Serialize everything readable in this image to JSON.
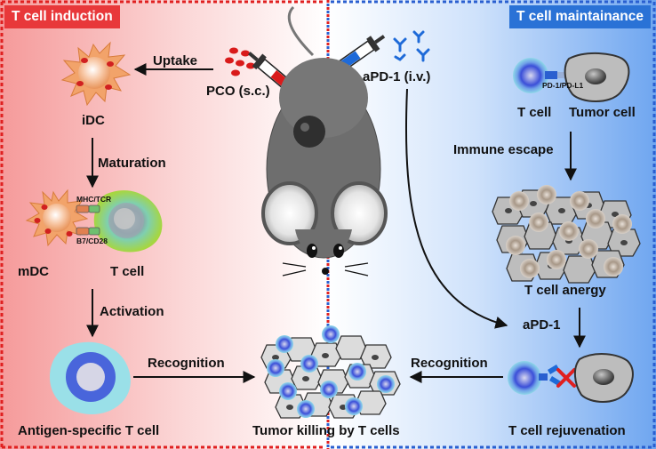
{
  "panels": {
    "left_header": "T cell induction",
    "right_header": "T cell maintainance"
  },
  "labels": {
    "uptake": "Uptake",
    "pco": "PCO (s.c.)",
    "apd1_iv": "aPD-1 (i.v.)",
    "idc": "iDC",
    "maturation": "Maturation",
    "mhc_tcr": "MHC/TCR",
    "b7_cd28": "B7/CD28",
    "mdc": "mDC",
    "t_cell_left": "T cell",
    "activation": "Activation",
    "antigen_specific": "Antigen-specific T cell",
    "recognition_left": "Recognition",
    "tumor_killing": "Tumor killing by T cells",
    "recognition_right": "Recognition",
    "pd1_pdl1": "PD-1/PD-L1",
    "t_cell_right": "T cell",
    "tumor_cell": "Tumor cell",
    "immune_escape": "Immune escape",
    "t_cell_anergy": "T cell anergy",
    "apd1": "aPD-1",
    "t_cell_rejuvenation": "T cell rejuvenation"
  },
  "colors": {
    "left_accent": "#e8383a",
    "right_accent": "#2a72d6",
    "arrow": "#111111",
    "block_x": "#e02020"
  }
}
